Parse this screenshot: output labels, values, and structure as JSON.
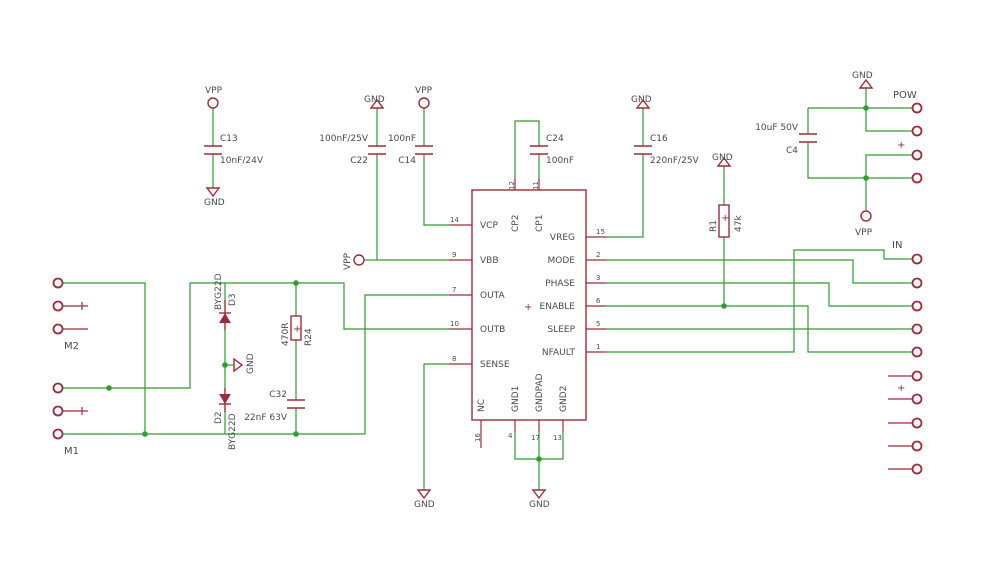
{
  "ic": {
    "pins_left": [
      {
        "name": "VCP",
        "num": "14"
      },
      {
        "name": "VBB",
        "num": "9"
      },
      {
        "name": "OUTA",
        "num": "7"
      },
      {
        "name": "OUTB",
        "num": "10"
      },
      {
        "name": "SENSE",
        "num": "8"
      }
    ],
    "pins_right": [
      {
        "name": "VREG",
        "num": "15"
      },
      {
        "name": "MODE",
        "num": "2"
      },
      {
        "name": "PHASE",
        "num": "3"
      },
      {
        "name": "ENABLE",
        "num": "6"
      },
      {
        "name": "SLEEP",
        "num": "5"
      },
      {
        "name": "NFAULT",
        "num": "1"
      }
    ],
    "pins_top": [
      {
        "name": "CP2",
        "num": "12"
      },
      {
        "name": "CP1",
        "num": "11"
      }
    ],
    "pins_bottom": [
      {
        "name": "NC",
        "num": "16"
      },
      {
        "name": "GND1",
        "num": "4"
      },
      {
        "name": "GNDPAD",
        "num": "17"
      },
      {
        "name": "GND2",
        "num": "13"
      }
    ]
  },
  "components": {
    "c13": {
      "name": "C13",
      "value": "10nF/24V",
      "top": "VPP",
      "bottom": "GND"
    },
    "c22": {
      "name": "C22",
      "value": "100nF/25V",
      "top": "GND"
    },
    "c14": {
      "name": "C14",
      "value": "100nF",
      "top": "VPP"
    },
    "c24": {
      "name": "C24",
      "value": "100nF"
    },
    "c16": {
      "name": "C16",
      "value": "220nF/25V",
      "top": "GND"
    },
    "r1": {
      "name": "R1",
      "value": "47k",
      "top": "GND"
    },
    "c4": {
      "name": "C4",
      "value": "10uF 50V"
    },
    "r24": {
      "name": "R24",
      "value": "470R"
    },
    "c32": {
      "name": "C32",
      "value": "22nF 63V"
    },
    "d3": {
      "name": "D3",
      "value": "BYG22D"
    },
    "d2": {
      "name": "D2",
      "value": "BYG22D"
    },
    "mid_gnd": "GND",
    "vbb_vpp": "VPP",
    "sense_gnd": "GND",
    "pad_gnd": "GND"
  },
  "connectors": {
    "pow": {
      "label": "POW",
      "gnd": "GND",
      "vpp": "VPP",
      "plus": "+"
    },
    "in": {
      "label": "IN",
      "plus": "+"
    },
    "m2": {
      "label": "M2"
    },
    "m1": {
      "label": "M1"
    }
  },
  "plus_mark": "+"
}
